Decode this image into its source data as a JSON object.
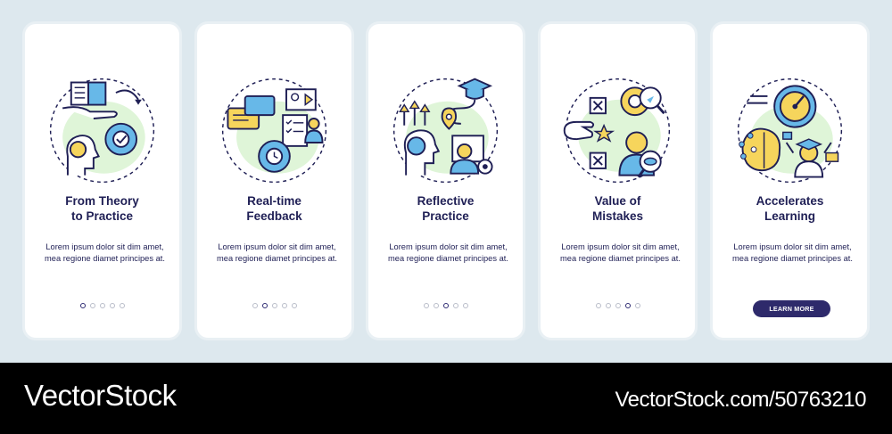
{
  "cards": [
    {
      "title_line1": "From Theory",
      "title_line2": "to Practice",
      "description": "Lorem ipsum dolor sit dim amet, mea regione diamet principes at.",
      "active_dot": 1
    },
    {
      "title_line1": "Real-time",
      "title_line2": "Feedback",
      "description": "Lorem ipsum dolor sit dim amet, mea regione diamet principes at.",
      "active_dot": 2
    },
    {
      "title_line1": "Reflective",
      "title_line2": "Practice",
      "description": "Lorem ipsum dolor sit dim amet, mea regione diamet principes at.",
      "active_dot": 3
    },
    {
      "title_line1": "Value of",
      "title_line2": "Mistakes",
      "description": "Lorem ipsum dolor sit dim amet, mea regione diamet principes at.",
      "active_dot": 4
    },
    {
      "title_line1": "Accelerates",
      "title_line2": "Learning",
      "description": "Lorem ipsum dolor sit dim amet, mea regione diamet principes at.",
      "cta_label": "LEARN MORE"
    }
  ],
  "icons": [
    "book-hand-gear-head-icon",
    "feedback-chat-video-icon",
    "reflective-brain-path-icon",
    "mistakes-checkboxes-eye-icon",
    "speedometer-brain-icon"
  ],
  "colors": {
    "accent": "#2e2a6b",
    "text": "#1f1f55",
    "yellow": "#f6d55c",
    "blue": "#67b8e8",
    "green_bg": "#dff5d8",
    "background": "#dde8ee"
  },
  "footer": {
    "brand": "VectorStock",
    "watermark": "VectorStock.com/50763210"
  }
}
